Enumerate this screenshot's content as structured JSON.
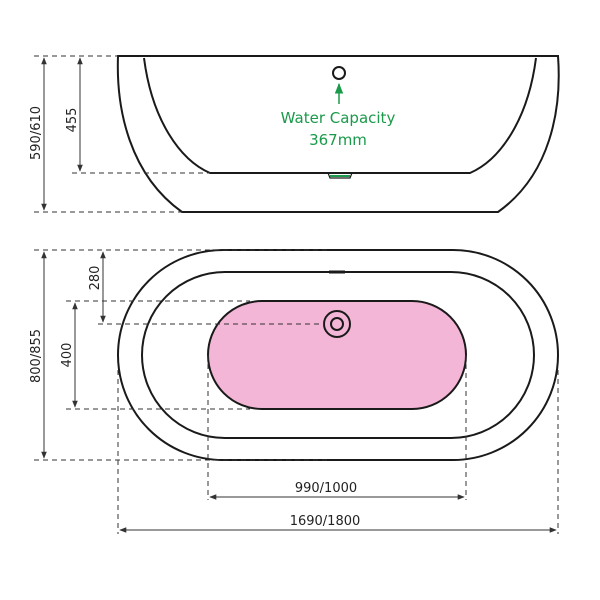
{
  "side_view": {
    "overall_height_label": "590/610",
    "inner_depth_label": "455",
    "water_capacity_label": "Water Capacity",
    "water_capacity_value": "367mm"
  },
  "top_view": {
    "overall_width_label": "800/855",
    "overflow_offset_label": "280",
    "basin_width_label": "400",
    "basin_length_label": "990/1000",
    "overall_length_label": "1690/1800"
  },
  "colors": {
    "basin_fill": "#f4b6d6",
    "water_capacity_text": "#1a9a4a",
    "outline": "#1a1a1a"
  }
}
